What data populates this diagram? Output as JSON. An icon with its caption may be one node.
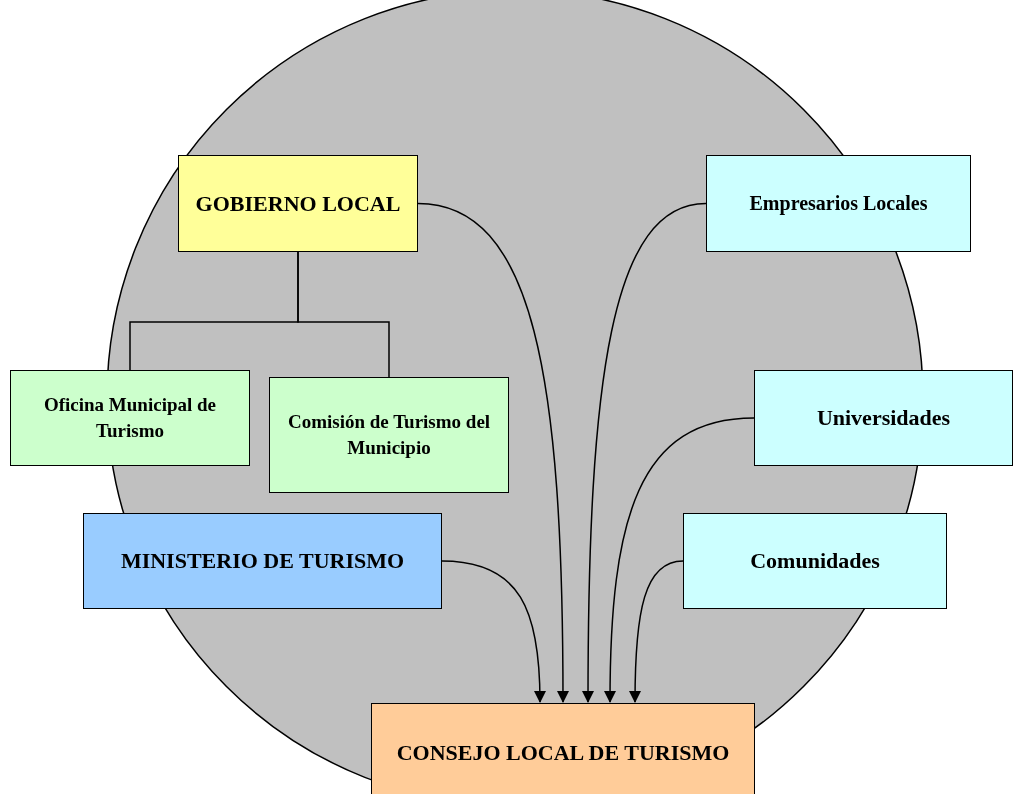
{
  "diagram": {
    "nodes": [
      {
        "text": [
          "GOBIERNO LOCAL"
        ]
      },
      {
        "text": [
          "Oficina Municipal de Turismo"
        ]
      },
      {
        "text": [
          "Comisión de Turismo del Municipio"
        ]
      },
      {
        "text": [
          "MINISTERIO DE TURISMO"
        ]
      },
      {
        "text": [
          "Empresarios Locales"
        ]
      },
      {
        "text": [
          "Universidades"
        ]
      },
      {
        "text": [
          "Comunidades"
        ]
      },
      {
        "text": [
          "CONSEJO LOCAL DE TURISMO"
        ]
      }
    ],
    "edges": [
      {
        "from": 0,
        "to": 1,
        "arrow": "none"
      },
      {
        "from": 0,
        "to": 2,
        "arrow": "none"
      },
      {
        "from": 3,
        "to": 7,
        "arrow": "to"
      },
      {
        "from": 0,
        "to": 7,
        "arrow": "to"
      },
      {
        "from": 4,
        "to": 7,
        "arrow": "to"
      },
      {
        "from": 5,
        "to": 7,
        "arrow": "to"
      },
      {
        "from": 6,
        "to": 7,
        "arrow": "to"
      }
    ]
  }
}
